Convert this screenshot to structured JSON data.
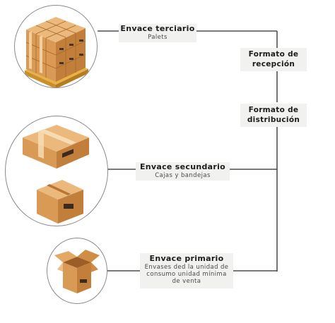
{
  "nodes": {
    "tertiary": {
      "title": "Envace terciario",
      "subtitle": "Palets"
    },
    "secondary": {
      "title": "Envace secundario",
      "subtitle": "Cajas y bandejas"
    },
    "primary": {
      "title": "Envace primario",
      "subtitle": "Envases ded la unidad de consumo unidad mínima de venta"
    }
  },
  "formats": {
    "reception": "Formato de recepción",
    "distribution": "Formato de distribución"
  },
  "icons": {
    "pallet": "pallet-of-boxes-icon",
    "closed_box": "closed-box-icon",
    "open_box": "open-box-icon"
  },
  "colors": {
    "line": "#2b2b2b",
    "circle_border": "#8a8a8a",
    "label_bg": "#f1f1ef",
    "cardboard": "#e0a15e",
    "cardboard_dark": "#c47e3a",
    "pallet_wood": "#e8b248"
  }
}
